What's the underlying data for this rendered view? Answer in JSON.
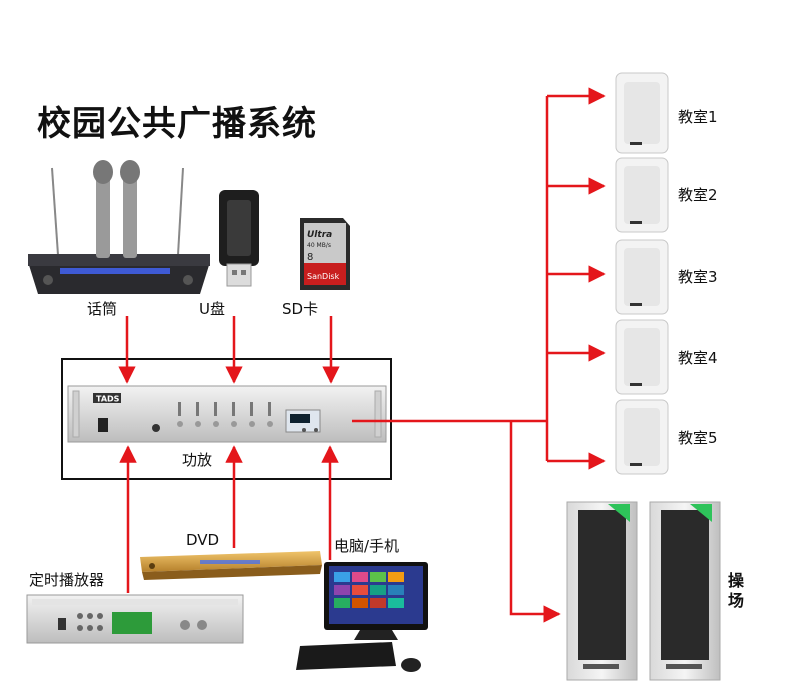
{
  "title": "校园公共广播系统",
  "inputs": {
    "mic": "话筒",
    "usb": "U盘",
    "sd": "SD卡"
  },
  "amplifier": {
    "label": "功放",
    "brand": "TADS"
  },
  "sources": {
    "timer": "定时播放器",
    "dvd": "DVD",
    "pc": "电脑/手机"
  },
  "classrooms": [
    "教室1",
    "教室2",
    "教室3",
    "教室4",
    "教室5"
  ],
  "playground": "操场",
  "sd_card": {
    "brand_top": "Ultra",
    "speed": "40 MB/s",
    "capacity": "8",
    "brand": "SanDisk"
  },
  "colors": {
    "arrow": "#e4161b",
    "frame": "#111111"
  }
}
